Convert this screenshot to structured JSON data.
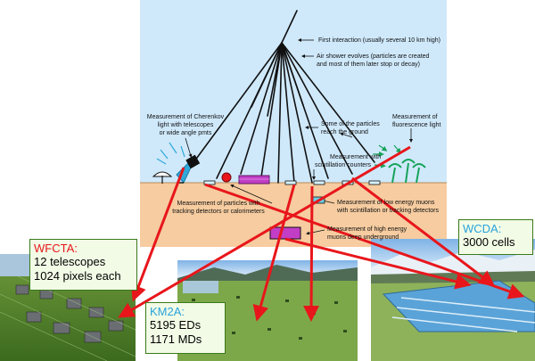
{
  "colors": {
    "sky": "#cfe9fb",
    "ground": "#f6ccA0",
    "arrow": "#e8161b",
    "wfcta": "#e8161b",
    "km2a": "#29a3dc",
    "wcda": "#29a3dc"
  },
  "annotations": {
    "first_interaction": "First interaction (usually several 10 km high)",
    "air_shower_1": "Air shower evolves (particles are created",
    "air_shower_2": "and most of them later stop or decay)",
    "cherenkov_1": "Measurement of Cherenkov",
    "cherenkov_2": "light with telescopes",
    "cherenkov_3": "or wide angle pmts",
    "some_particles_1": "Some of the particles",
    "some_particles_2": "reach the ground",
    "fluorescence_1": "Measurement of",
    "fluorescence_2": "fluorescence light",
    "scint_1": "Measurement with",
    "scint_2": "scintillation counters",
    "particles_1": "Measurement of particles with",
    "particles_2": "tracking detectors or calorimeters",
    "low_muons_1": "Measurement of low energy muons",
    "low_muons_2": "with scintillation or tracking detectors",
    "high_muons_1": "Measurement of high energy",
    "high_muons_2": "muons deep underground"
  },
  "wfcta": {
    "title": "WFCTA:",
    "line1": "12 telescopes",
    "line2": "1024 pixels each"
  },
  "km2a": {
    "title": "KM2A:",
    "line1": "5195 EDs",
    "line2": "1171 MDs"
  },
  "wcda": {
    "title": "WCDA:",
    "line1": "3000 cells"
  }
}
